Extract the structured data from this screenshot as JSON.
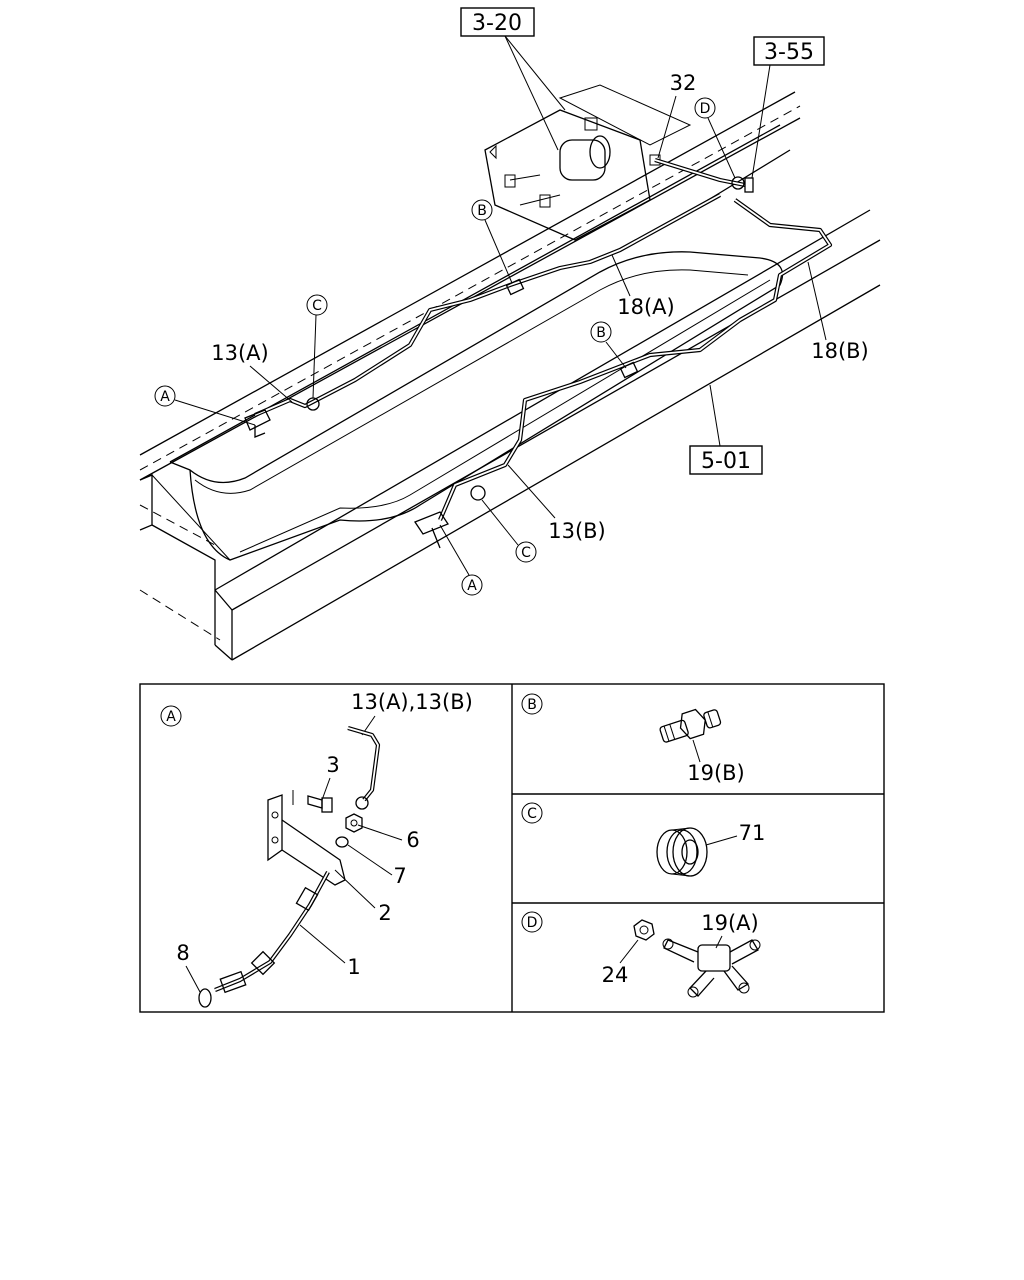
{
  "main_diagram": {
    "references": {
      "frame": "5-01",
      "upper": "3-20",
      "right": "3-55"
    },
    "labels": {
      "part_32": "32",
      "part_13a": "13(A)",
      "part_13b": "13(B)",
      "part_18a": "18(A)",
      "part_18b": "18(B)"
    },
    "callouts": {
      "a": "A",
      "b": "B",
      "c": "C",
      "d": "D"
    }
  },
  "detail_a": {
    "marker": "A",
    "labels": {
      "pipes": "13(A),13(B)",
      "bolt": "3",
      "nut": "6",
      "washer": "7",
      "bracket": "2",
      "hose": "1",
      "o_ring": "8"
    }
  },
  "detail_b": {
    "marker": "B",
    "labels": {
      "connector": "19(B)"
    }
  },
  "detail_c": {
    "marker": "C",
    "labels": {
      "grommet": "71"
    }
  },
  "detail_d": {
    "marker": "D",
    "labels": {
      "nut": "24",
      "cross_connector": "19(A)"
    }
  }
}
